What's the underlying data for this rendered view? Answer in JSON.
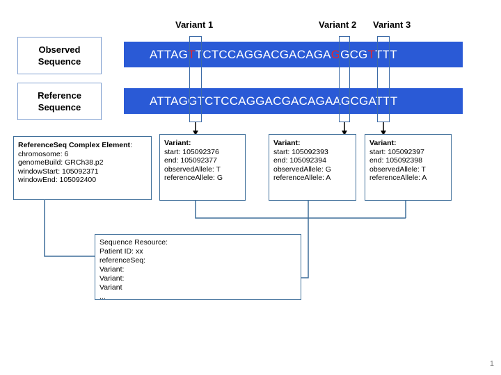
{
  "variant_titles": [
    "Variant 1",
    "Variant 2",
    "Variant 3"
  ],
  "observed": {
    "label_line1": "Observed",
    "label_line2": "Sequence",
    "seq": [
      {
        "text": "ATTAG",
        "hl": false
      },
      {
        "text": "T",
        "hl": true
      },
      {
        "text": "TCTCCAGGACGACAGA",
        "hl": false
      },
      {
        "text": "G",
        "hl": true
      },
      {
        "text": "GCG",
        "hl": false
      },
      {
        "text": "T",
        "hl": true
      },
      {
        "text": "TTT",
        "hl": false
      }
    ]
  },
  "reference": {
    "label_line1": "Reference",
    "label_line2": "Sequence",
    "seq_text": "ATTAGGTCTCCAGGACGACAGAAGCGATTT"
  },
  "complex_element": {
    "title": "ReferenceSeq Complex Element",
    "title_suffix": ":",
    "lines": [
      "chromosome: 6",
      "genomeBuild: GRCh38.p2",
      "windowStart: 105092371",
      "windowEnd: 105092400"
    ]
  },
  "variants": [
    {
      "title": "Variant:",
      "lines": [
        "start: 105092376",
        "end:  105092377",
        "observedAllele: T",
        "referenceAllele: G"
      ]
    },
    {
      "title": "Variant:",
      "lines": [
        "start: 105092393",
        "end:  105092394",
        "observedAllele: G",
        "referenceAllele: A"
      ]
    },
    {
      "title": "Variant:",
      "lines": [
        "start: 105092397",
        "end:  105092398",
        "observedAllele: T",
        "referenceAllele: A"
      ]
    }
  ],
  "resource": {
    "lines": [
      "Sequence Resource:",
      "Patient ID: xx",
      "referenceSeq:",
      "Variant:",
      "Variant:",
      "Variant",
      "..."
    ]
  },
  "colors": {
    "bar": "#2a5ad6",
    "highlight": "#e0282e",
    "connector": "#3f6f9a"
  },
  "page_number": "1"
}
